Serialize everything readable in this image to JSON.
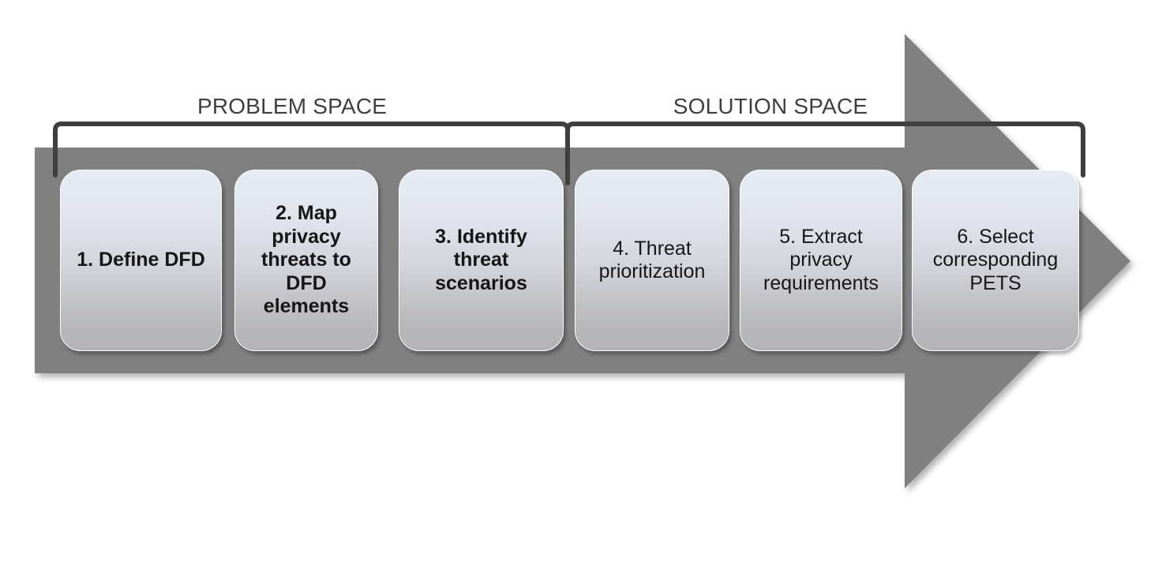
{
  "diagram": {
    "type": "process-arrow-flow",
    "title_visible": false,
    "colors": {
      "arrow_fill": "#808080",
      "box_gradient_top": "#e6eaf3",
      "box_gradient_bottom": "#b2b3b6",
      "bracket_stroke": "#3f3f3f",
      "label_text": "#3f3f3f",
      "box_text": "#161616",
      "background": "#ffffff"
    },
    "brackets": [
      {
        "name": "problem-space-bracket",
        "label": "PROBLEM SPACE",
        "covers_steps": [
          1,
          2,
          3
        ]
      },
      {
        "name": "solution-space-bracket",
        "label": "SOLUTION SPACE",
        "covers_steps": [
          4,
          5,
          6
        ]
      }
    ],
    "steps": [
      {
        "number": "1",
        "label": "1. Define DFD",
        "weight": "bold"
      },
      {
        "number": "2",
        "label": "2. Map privacy threats to DFD elements",
        "weight": "bold"
      },
      {
        "number": "3",
        "label": "3. Identify threat scenarios",
        "weight": "bold"
      },
      {
        "number": "4",
        "label": "4. Threat prioritization",
        "weight": "normal"
      },
      {
        "number": "5",
        "label": "5. Extract privacy requirements",
        "weight": "normal"
      },
      {
        "number": "6",
        "label": "6. Select corresponding PETS",
        "weight": "normal"
      }
    ]
  }
}
